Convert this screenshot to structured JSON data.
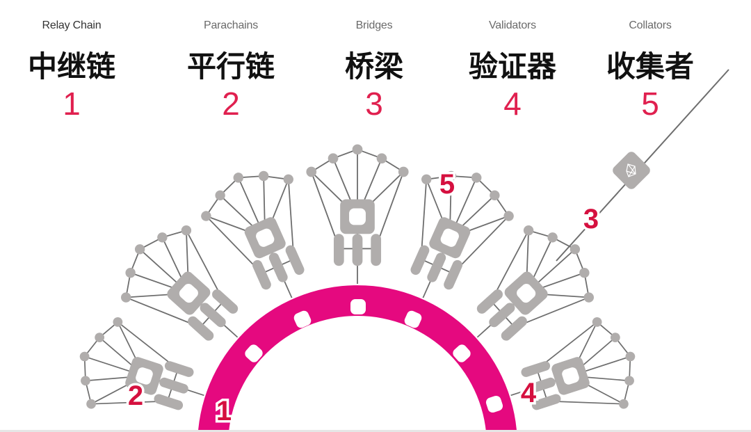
{
  "header": {
    "columns": [
      {
        "en": "Relay Chain",
        "zh": "中继链",
        "num": "1"
      },
      {
        "en": "Parachains",
        "zh": "平行链",
        "num": "2"
      },
      {
        "en": "Bridges",
        "zh": "桥梁",
        "num": "3"
      },
      {
        "en": "Validators",
        "zh": "验证器",
        "num": "4"
      },
      {
        "en": "Collators",
        "zh": "收集者",
        "num": "5"
      }
    ]
  },
  "diagram": {
    "callouts": {
      "relay_chain": "1",
      "parachain": "2",
      "bridge": "3",
      "validator": "4",
      "collator": "5"
    },
    "colors": {
      "relay_chain": "#e5097f",
      "node_gray": "#b0adac",
      "line_gray": "#6e6e6e",
      "callout_red": "#d5103f"
    },
    "bridge_icon": "ethereum-diamond-icon"
  }
}
